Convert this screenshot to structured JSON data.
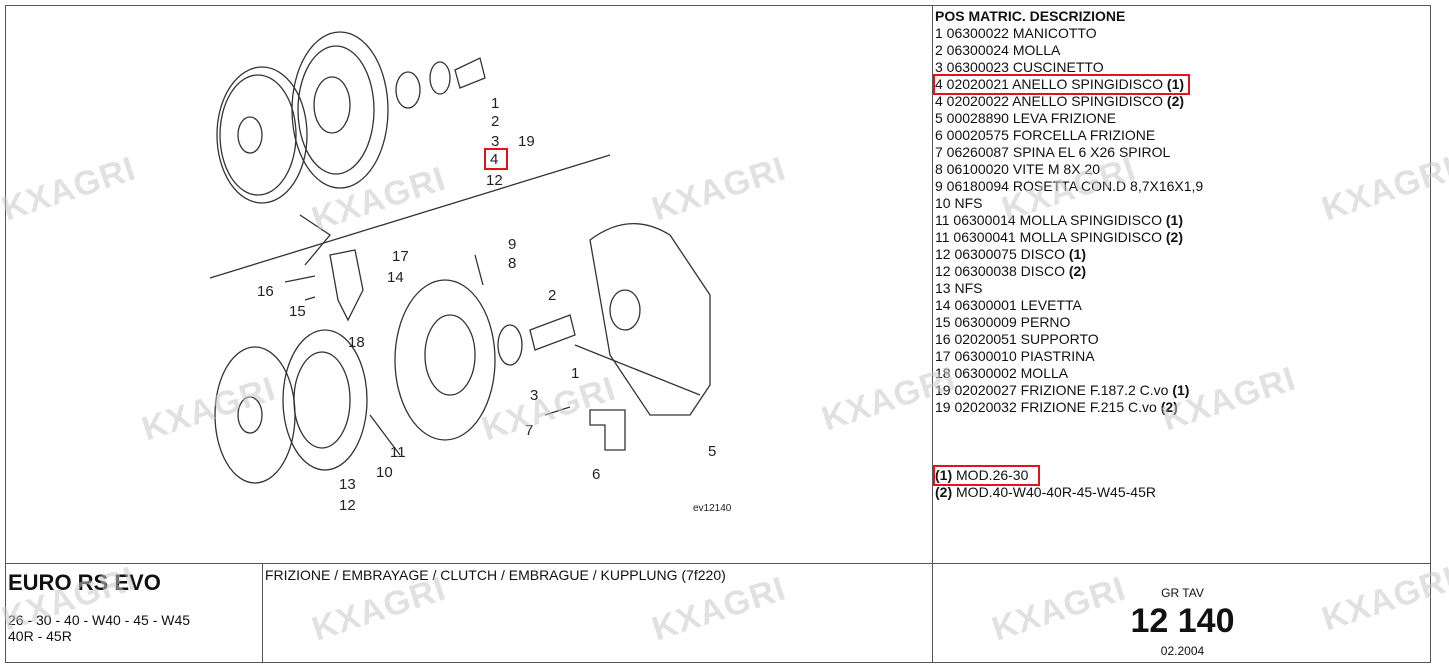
{
  "watermark": "KXAGRI",
  "parts_header": "POS MATRIC. DESCRIZIONE",
  "parts": [
    {
      "text": "1 06300022 MANICOTTO",
      "note": ""
    },
    {
      "text": "2 06300024 MOLLA",
      "note": ""
    },
    {
      "text": "3 06300023 CUSCINETTO",
      "note": ""
    },
    {
      "text": "4 02020021 ANELLO SPINGIDISCO",
      "note": "(1)",
      "highlighted": true
    },
    {
      "text": "4 02020022 ANELLO SPINGIDISCO",
      "note": "(2)"
    },
    {
      "text": "5 00028890 LEVA FRIZIONE",
      "note": ""
    },
    {
      "text": "6 00020575 FORCELLA FRIZIONE",
      "note": ""
    },
    {
      "text": "7 06260087 SPINA EL 6 X26 SPIROL",
      "note": ""
    },
    {
      "text": "8 06100020 VITE M 8X 20",
      "note": ""
    },
    {
      "text": "9 06180094 ROSETTA CON.D 8,7X16X1,9",
      "note": ""
    },
    {
      "text": "10 NFS",
      "note": ""
    },
    {
      "text": "11 06300014 MOLLA SPINGIDISCO",
      "note": "(1)"
    },
    {
      "text": "11 06300041 MOLLA SPINGIDISCO",
      "note": "(2)"
    },
    {
      "text": "12 06300075 DISCO",
      "note": "(1)"
    },
    {
      "text": "12 06300038 DISCO",
      "note": "(2)"
    },
    {
      "text": "13 NFS",
      "note": ""
    },
    {
      "text": "14 06300001 LEVETTA",
      "note": ""
    },
    {
      "text": "15 06300009 PERNO",
      "note": ""
    },
    {
      "text": "16 02020051 SUPPORTO",
      "note": ""
    },
    {
      "text": "17 06300010 PIASTRINA",
      "note": ""
    },
    {
      "text": "18 06300002 MOLLA",
      "note": ""
    },
    {
      "text": "19 02020027 FRIZIONE F.187.2 C.vo",
      "note": "(1)"
    },
    {
      "text": "19 02020032 FRIZIONE F.215 C.vo",
      "note": "(2)"
    }
  ],
  "notes": [
    {
      "key": "(1)",
      "text": "MOD.26-30",
      "highlighted": true
    },
    {
      "key": "(2)",
      "text": "MOD.40-W40-40R-45-W45-45R"
    }
  ],
  "diagram": {
    "callouts": [
      "1",
      "2",
      "3",
      "19",
      "4",
      "12",
      "17",
      "14",
      "16",
      "15",
      "18",
      "9",
      "8",
      "2",
      "1",
      "3",
      "7",
      "11",
      "10",
      "13",
      "12",
      "6",
      "5"
    ],
    "code": "ev12140"
  },
  "footer": {
    "model": "EURO RS EVO",
    "variants_line1": "26 - 30 - 40 - W40 - 45 - W45",
    "variants_line2": "40R - 45R",
    "title": "FRIZIONE / EMBRAYAGE / CLUTCH / EMBRAGUE / KUPPLUNG (7f220)",
    "gr_tav_label": "GR TAV",
    "number": "12 140",
    "date": "02.2004"
  }
}
